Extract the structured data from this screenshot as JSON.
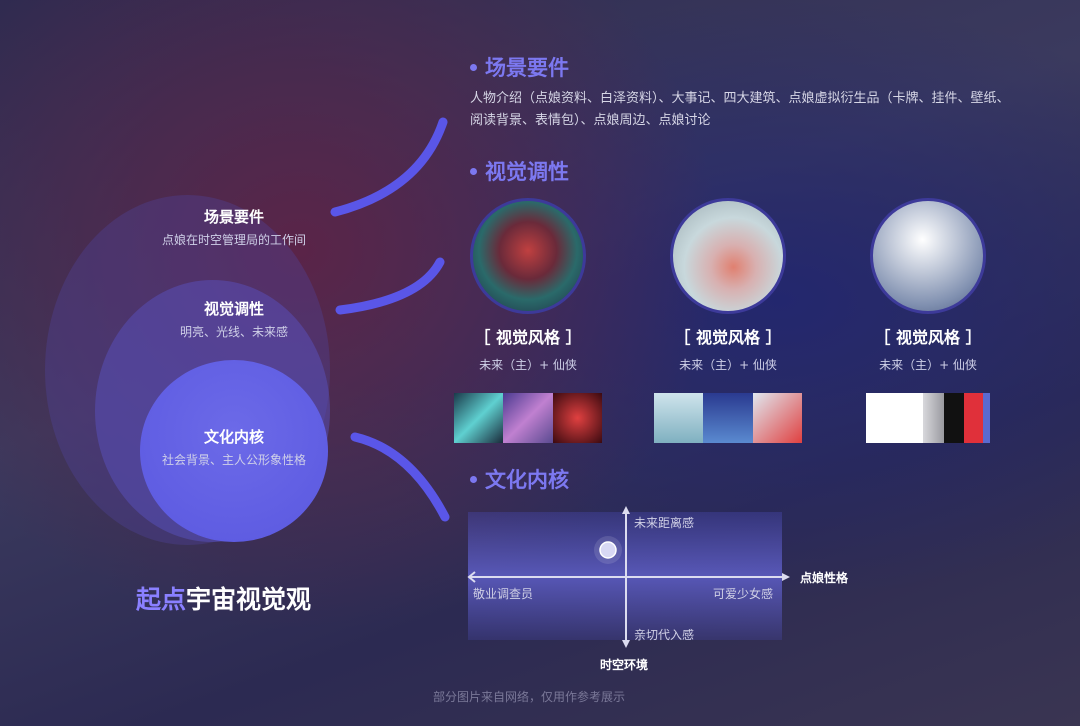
{
  "left": {
    "title_part1": "起点",
    "title_part2": "宇宙视觉观",
    "rings": [
      {
        "title": "场景要件",
        "subtitle": "点娘在时空管理局的工作间"
      },
      {
        "title": "视觉调性",
        "subtitle": "明亮、光线、未来感"
      },
      {
        "title": "文化内核",
        "subtitle": "社会背景、主人公形象性格"
      }
    ]
  },
  "sections": {
    "scene": {
      "heading": "场景要件",
      "text": "人物介绍（点娘资料、白泽资料）、大事记、四大建筑、点娘虚拟衍生品（卡牌、挂件、壁纸、阅读背景、表情包）、点娘周边、点娘讨论"
    },
    "visual": {
      "heading": "视觉调性",
      "styles": [
        {
          "label": "［ 视觉风格 ］",
          "desc": "未来（主）+ 仙侠",
          "swatches": [
            "#3a8a8a",
            "#7a5aa0",
            "#b02a30"
          ]
        },
        {
          "label": "［ 视觉风格 ］",
          "desc": "未来（主）+ 仙侠",
          "swatches": [
            "#9fc8d8",
            "#3a5ab0",
            "#e0a0a0"
          ]
        },
        {
          "label": "［ 视觉风格 ］",
          "desc": "未来（主）+ 仙侠",
          "swatches": [
            "#ffffff",
            "#ffffff",
            "#b8b8bc",
            "#111111",
            "#e0303a",
            "#5a6ad0"
          ]
        }
      ]
    },
    "culture": {
      "heading": "文化内核",
      "axes": {
        "top": "未来距离感",
        "bottom": "亲切代入感",
        "left": "敬业调查员",
        "right": "可爱少女感",
        "x_title": "点娘性格",
        "y_title": "时空环境"
      }
    }
  },
  "footer": "部分图片来自网络，仅用作参考展示",
  "colors": {
    "accent": "#7c78f0"
  }
}
